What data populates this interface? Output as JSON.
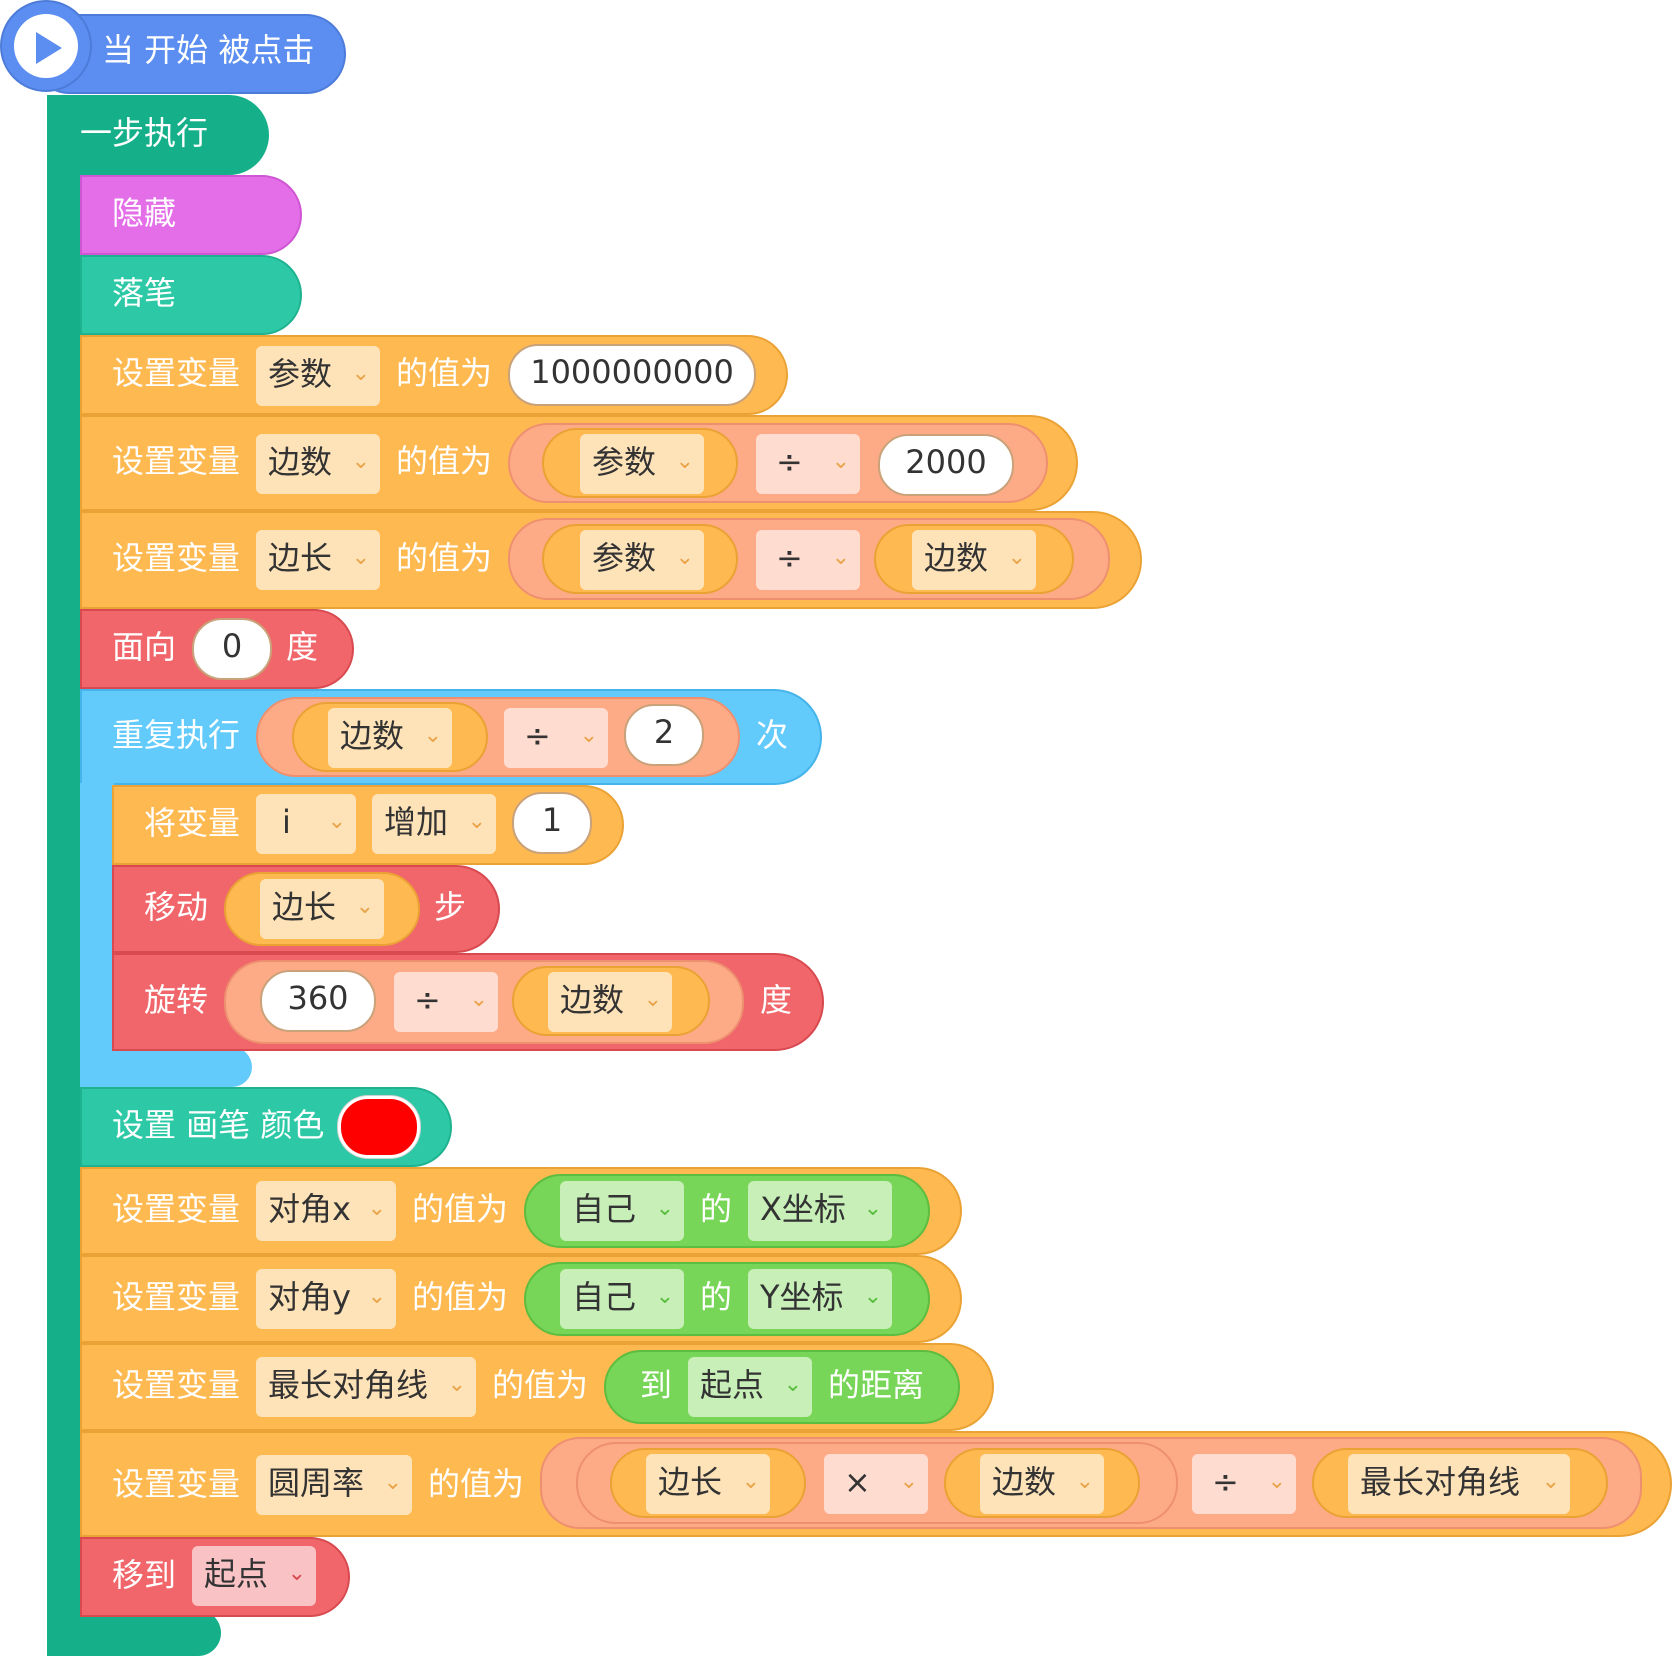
{
  "hat": {
    "label": "当 开始 被点击"
  },
  "step": {
    "label": "一步执行"
  },
  "hide": {
    "label": "隐藏"
  },
  "pendown": {
    "label": "落笔"
  },
  "set_var_label": "设置变量",
  "value_label": "的值为",
  "row1": {
    "var": "参数",
    "value": "1000000000"
  },
  "row2": {
    "var": "边数",
    "left": "参数",
    "op": "÷",
    "right": "2000"
  },
  "row3": {
    "var": "边长",
    "left": "参数",
    "op": "÷",
    "right": "边数"
  },
  "face": {
    "label": "面向",
    "value": "0",
    "unit": "度"
  },
  "repeat": {
    "label": "重复执行",
    "left": "边数",
    "op": "÷",
    "right": "2",
    "unit": "次"
  },
  "change": {
    "label": "将变量",
    "var": "i",
    "action": "增加",
    "value": "1"
  },
  "move": {
    "label": "移动",
    "var": "边长",
    "unit": "步"
  },
  "turn": {
    "label": "旋转",
    "left": "360",
    "op": "÷",
    "right": "边数",
    "unit": "度"
  },
  "pen_color": {
    "label": "设置 画笔 颜色",
    "color": "#FF0000"
  },
  "row_x": {
    "var": "对角x",
    "obj": "自己",
    "of": "的",
    "prop": "X坐标"
  },
  "row_y": {
    "var": "对角y",
    "obj": "自己",
    "of": "的",
    "prop": "Y坐标"
  },
  "row_diag": {
    "var": "最长对角线",
    "to": "到",
    "target": "起点",
    "suffix": "的距离"
  },
  "row_pi": {
    "var": "圆周率",
    "a": "边长",
    "op1": "×",
    "b": "边数",
    "op2": "÷",
    "c": "最长对角线"
  },
  "goto": {
    "label": "移到",
    "target": "起点"
  },
  "icons": {
    "play": "play-icon",
    "chevron": "chevron-down-icon"
  }
}
